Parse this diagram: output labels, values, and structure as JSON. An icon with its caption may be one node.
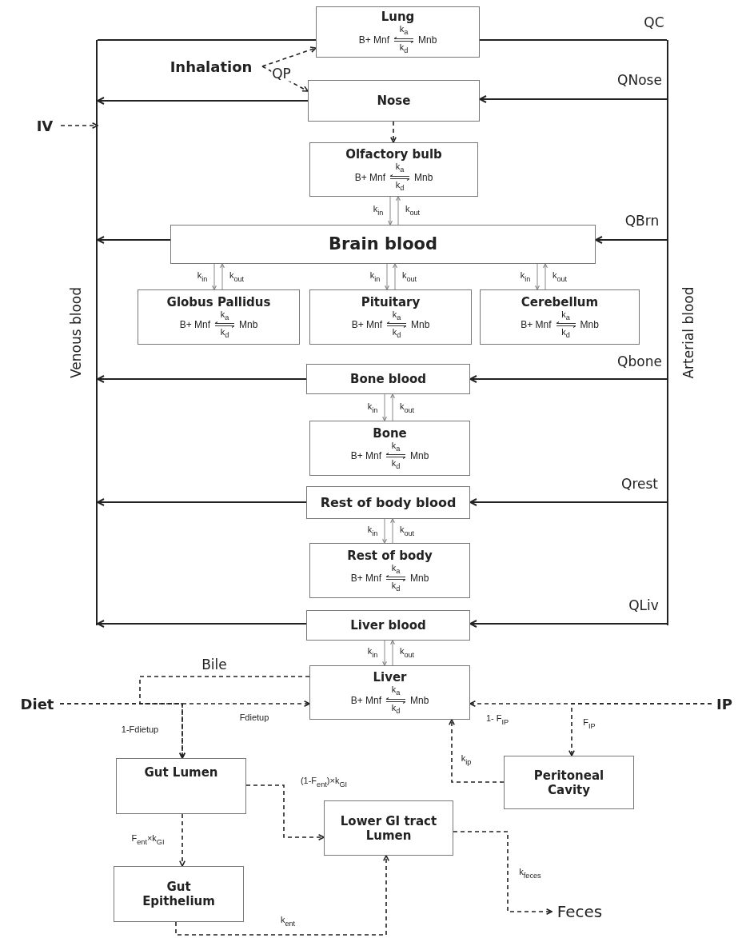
{
  "diagram": {
    "nodes": [
      {
        "text": [
          "Lung",
          "B+ Mnf",
          "k$_{a}$",
          "k$_{d}$",
          "Mnb"
        ]
      },
      {
        "text": [
          "Inhalation"
        ]
      },
      {
        "text": [
          "Nose"
        ]
      },
      {
        "text": [
          "IV"
        ]
      },
      {
        "text": [
          "Olfactory bulb",
          "B+ Mnf",
          "k$_{a}$",
          "k$_{d}$",
          "Mnb"
        ]
      },
      {
        "text": [
          "Brain blood"
        ]
      },
      {
        "text": [
          "Globus Pallidus",
          "B+ Mnf",
          "k$_{a}$",
          "k$_{d}$",
          "Mnb"
        ]
      },
      {
        "text": [
          "Pituitary",
          "B+ Mnf",
          "k$_{a}$",
          "k$_{d}$",
          "Mnb"
        ]
      },
      {
        "text": [
          "Cerebellum",
          "B+ Mnf",
          "k$_{a}$",
          "k$_{d}$",
          "Mnb"
        ]
      },
      {
        "text": [
          "Venous blood"
        ]
      },
      {
        "text": [
          "Arterial blood"
        ]
      },
      {
        "text": [
          "Bone blood"
        ]
      },
      {
        "text": [
          "Bone",
          "B+ Mnf",
          "k$_{a}$",
          "k$_{d}$",
          "Mnb"
        ]
      },
      {
        "text": [
          "Rest of body blood"
        ]
      },
      {
        "text": [
          "Rest of body",
          "B+ Mnf",
          "k$_{a}$",
          "k$_{d}$",
          "Mnb"
        ]
      },
      {
        "text": [
          "Liver blood"
        ]
      },
      {
        "text": [
          "Liver",
          "B+ Mnf",
          "k$_{a}$",
          "k$_{d}$",
          "Mnb"
        ]
      },
      {
        "text": [
          "Diet"
        ]
      },
      {
        "text": [
          "IP"
        ]
      },
      {
        "text": [
          "Gut Lumen"
        ]
      },
      {
        "text": [
          "Peritoneal Cavity"
        ]
      },
      {
        "text": [
          "Lower GI tract Lumen"
        ]
      },
      {
        "text": [
          "Gut Epithelium"
        ]
      },
      {
        "text": [
          "Feces"
        ]
      }
    ],
    "edges": [
      {
        "from": 9,
        "to": 0,
        "arrow": "none"
      },
      {
        "from": 0,
        "to": 10,
        "arrow": "none",
        "label": "QC"
      },
      {
        "from": 1,
        "to": 0,
        "arrow": "to",
        "style": "dashed",
        "label": "QP"
      },
      {
        "from": 1,
        "to": 2,
        "arrow": "to",
        "style": "dashed"
      },
      {
        "from": 10,
        "to": 2,
        "arrow": "to",
        "label": "QNose"
      },
      {
        "from": 2,
        "to": 9,
        "arrow": "to"
      },
      {
        "from": 2,
        "to": 4,
        "arrow": "to",
        "style": "dashed"
      },
      {
        "from": 3,
        "to": 9,
        "arrow": "to",
        "style": "dashed"
      },
      {
        "from": 4,
        "to": 5,
        "arrow": "to",
        "label": "k$_{in}$",
        "color": "#888888"
      },
      {
        "from": 5,
        "to": 4,
        "arrow": "to",
        "label": "k$_{out}$",
        "color": "#888888"
      },
      {
        "from": 10,
        "to": 5,
        "arrow": "to",
        "label": "QBrn"
      },
      {
        "from": 5,
        "to": 9,
        "arrow": "to"
      },
      {
        "from": 5,
        "to": 6,
        "arrow": "to",
        "label": "k$_{in}$",
        "color": "#888888"
      },
      {
        "from": 6,
        "to": 5,
        "arrow": "to",
        "label": "k$_{out}$",
        "color": "#888888"
      },
      {
        "from": 5,
        "to": 7,
        "arrow": "to",
        "label": "k$_{in}$",
        "color": "#888888"
      },
      {
        "from": 7,
        "to": 5,
        "arrow": "to",
        "label": "k$_{out}$",
        "color": "#888888"
      },
      {
        "from": 5,
        "to": 8,
        "arrow": "to",
        "label": "k$_{in}$",
        "color": "#888888"
      },
      {
        "from": 8,
        "to": 5,
        "arrow": "to",
        "label": "k$_{out}$",
        "color": "#888888"
      },
      {
        "from": 10,
        "to": 11,
        "arrow": "to",
        "label": "Qbone"
      },
      {
        "from": 11,
        "to": 9,
        "arrow": "to"
      },
      {
        "from": 11,
        "to": 12,
        "arrow": "to",
        "label": "k$_{in}$",
        "color": "#888888"
      },
      {
        "from": 12,
        "to": 11,
        "arrow": "to",
        "label": "k$_{out}$",
        "color": "#888888"
      },
      {
        "from": 10,
        "to": 13,
        "arrow": "to",
        "label": "Qrest"
      },
      {
        "from": 13,
        "to": 9,
        "arrow": "to"
      },
      {
        "from": 13,
        "to": 14,
        "arrow": "to",
        "label": "k$_{in}$",
        "color": "#888888"
      },
      {
        "from": 14,
        "to": 13,
        "arrow": "to",
        "label": "k$_{out}$",
        "color": "#888888"
      },
      {
        "from": 10,
        "to": 15,
        "arrow": "to",
        "label": "QLiv"
      },
      {
        "from": 15,
        "to": 9,
        "arrow": "to"
      },
      {
        "from": 15,
        "to": 16,
        "arrow": "to",
        "label": "k$_{in}$",
        "color": "#888888"
      },
      {
        "from": 16,
        "to": 15,
        "arrow": "to",
        "label": "k$_{out}$",
        "color": "#888888"
      },
      {
        "from": 16,
        "to": 19,
        "arrow": "to",
        "style": "dashed",
        "label": "Bile"
      },
      {
        "from": 17,
        "to": 16,
        "arrow": "to",
        "style": "dashed",
        "label": "Fdietup"
      },
      {
        "from": 17,
        "to": 19,
        "arrow": "to",
        "style": "dashed",
        "label": "1-Fdietup"
      },
      {
        "from": 18,
        "to": 16,
        "arrow": "to",
        "style": "dashed",
        "label": "1- F$_{IP}$"
      },
      {
        "from": 18,
        "to": 20,
        "arrow": "to",
        "style": "dashed",
        "label": "F$_{IP}$"
      },
      {
        "from": 20,
        "to": 16,
        "arrow": "to",
        "style": "dashed",
        "label": "k$_{ip}$"
      },
      {
        "from": 19,
        "to": 21,
        "arrow": "to",
        "style": "dashed",
        "label": "(1-F$_{ent}$)×k$_{GI}$"
      },
      {
        "from": 19,
        "to": 22,
        "arrow": "to",
        "style": "dashed",
        "label": "F$_{ent}$×k$_{GI}$"
      },
      {
        "from": 22,
        "to": 21,
        "arrow": "to",
        "style": "dashed",
        "label": "k$_{ent}$"
      },
      {
        "from": 21,
        "to": 23,
        "arrow": "to",
        "style": "dashed",
        "label": "k$_{feces}$"
      }
    ]
  }
}
